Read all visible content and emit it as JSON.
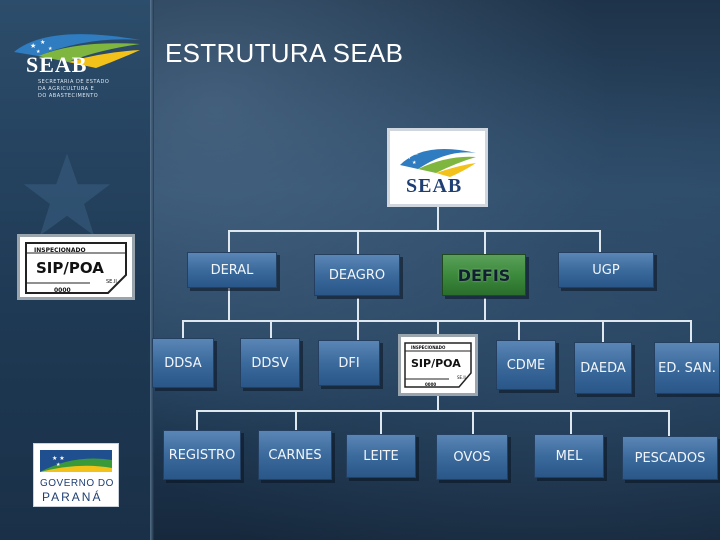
{
  "slide": {
    "title": "ESTRUTURA SEAB"
  },
  "logos": {
    "seab_header": {
      "acronym": "SEAB",
      "subtitle_lines": [
        "SECRETARIA DE ESTADO",
        "DA AGRICULTURA E",
        "DO ABASTECIMENTO"
      ],
      "icon": "seab-logo-icon"
    },
    "seab_top": {
      "acronym": "SEAB",
      "icon": "seab-logo-icon"
    },
    "sip_poa": {
      "header": "INSPECIONADO",
      "name": "SIP/POA",
      "code": "0000",
      "state": "SE.II",
      "icon": "sip-poa-seal-icon"
    },
    "governo": {
      "line1": "GOVERNO DO",
      "line2": "PARANÁ",
      "icon": "governo-parana-logo-icon"
    }
  },
  "org": {
    "level1": {
      "deral": "DERAL",
      "deagro": "DEAGRO",
      "defis": "DEFIS",
      "ugp": "UGP"
    },
    "level2": {
      "ddsa": "DDSA",
      "ddsv": "DDSV",
      "dfi": "DFI",
      "cdme": "CDME",
      "daeda": "DAEDA",
      "ed_san": "ED. SAN."
    },
    "level3": {
      "registro": "REGISTRO",
      "carnes": "CARNES",
      "leite": "LEITE",
      "ovos": "OVOS",
      "mel": "MEL",
      "pescados": "PESCADOS"
    }
  },
  "colors": {
    "box_blue": "#3b6a9c",
    "box_green": "#3c8a3c",
    "defis_accent": "#5aa05a",
    "background": "#203c58"
  }
}
